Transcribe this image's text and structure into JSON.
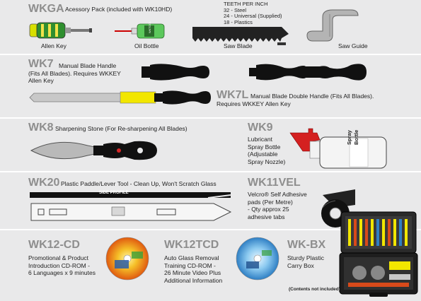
{
  "sections": {
    "wkga": {
      "code": "WKGA",
      "description": "Acessory Pack (included with WK10HD)",
      "teeth": {
        "heading": "TEETH PER INCH",
        "line1": "32 - Steel",
        "line2": "24 - Universal (Supplied)",
        "line3": "18 - Plastics"
      },
      "items": {
        "allen_key": "Allen Key",
        "oil_bottle": "Oil Bottle",
        "saw_blade": "Saw Blade",
        "saw_guide": "Saw Guide"
      },
      "bottle_label": "WKTOOL"
    },
    "wk7": {
      "code": "WK7",
      "description_line1": "Manual Blade Handle",
      "description_line2": "(Fits All Blades). Requires WKKEY",
      "description_line3": "Allen Key"
    },
    "wk7l": {
      "code": "WK7L",
      "description_line1": "Manual Blade Double Handle (Fits All Blades).",
      "description_line2": "Requires WKKEY Allen Key"
    },
    "wk8": {
      "code": "WK8",
      "description": "Sharpening Stone (For Re-sharpening All Blades)"
    },
    "wk9": {
      "code": "WK9",
      "description_line1": "Lubricant",
      "description_line2": "Spray Bottle",
      "description_line3": "(Adjustable",
      "description_line4": "Spray Nozzle)",
      "bottle_label_line1": "Spray",
      "bottle_label_line2": "Bottle"
    },
    "wk20": {
      "code": "WK20",
      "description": "Plastic Paddle/Lever Tool - Clean Up, Won't Scratch Glass",
      "side_profile": "SIDE PROFILE"
    },
    "wk11vel": {
      "code": "WK11VEL",
      "description_line1": "Velcro® Self Adhesive",
      "description_line2": "pads (Per Metre)",
      "description_line3": "- Qty approx 25",
      "description_line4": "adhesive tabs"
    },
    "wk12cd": {
      "code": "WK12-CD",
      "description_line1": "Promotional & Product",
      "description_line2": "Introduction CD-ROM -",
      "description_line3": "6 Languages x 9 minutes"
    },
    "wk12tcd": {
      "code": "WK12TCD",
      "description_line1": "Auto Glass Removal",
      "description_line2": "Training CD-ROM -",
      "description_line3": "26 Minute Video Plus",
      "description_line4": "Additional Information"
    },
    "wkbx": {
      "code": "WK-BX",
      "description_line1": "Sturdy Plastic",
      "description_line2": "Carry Box",
      "note": "(Contents not included)"
    }
  },
  "colors": {
    "band": "#e9e9ea",
    "code_grey": "#8e8e8e",
    "handle_yellow": "#f2e600",
    "allen_green": "#3aa03a",
    "cd_orange": "#f29a1b",
    "cd_blue": "#3b9bd4"
  }
}
